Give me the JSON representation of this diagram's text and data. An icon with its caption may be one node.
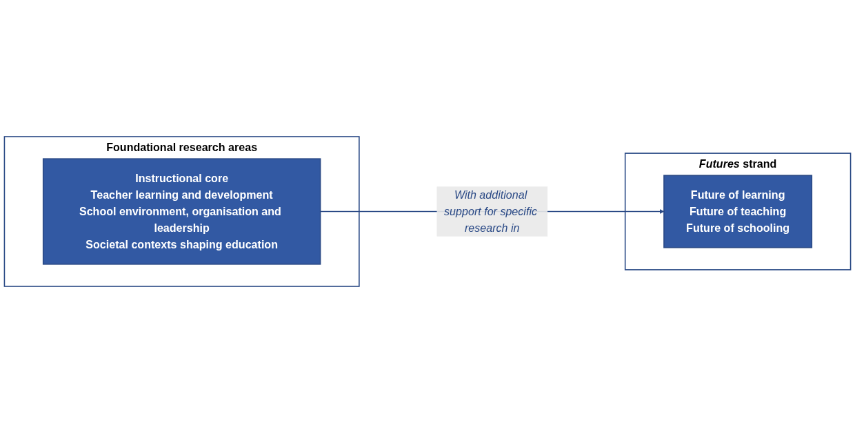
{
  "diagram": {
    "nodes": [
      {
        "text": [
          "Foundational research areas"
        ]
      },
      {
        "text": [
          "Instructional core",
          "Teacher learning and development",
          "School environment, organisation and leadership",
          "Societal contexts shaping education"
        ],
        "in": 0
      },
      {
        "text": [
          "*Futures* strand"
        ]
      },
      {
        "text": [
          "Future of learning",
          "Future of teaching",
          "Future of schooling"
        ],
        "in": 2
      }
    ],
    "edges": [
      {
        "from": 1,
        "to": 3,
        "arrow": "to",
        "label": "With additional support for specific research in"
      }
    ]
  }
}
